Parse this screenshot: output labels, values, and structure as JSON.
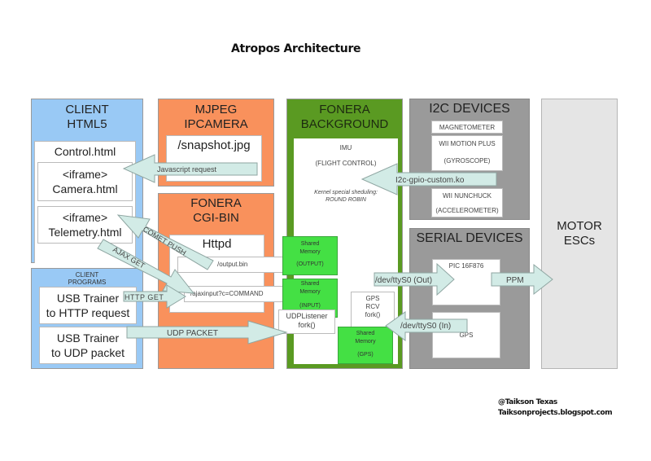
{
  "title": "Atropos Architecture",
  "colors": {
    "client": "#99c9f5",
    "mjpeg": "#f9915c",
    "fonera_bg": "#5a9a22",
    "shared_memory": "#44e044",
    "devices": "#9a9a9a",
    "motor": "#e5e5e5",
    "arrow_fill": "#d2ebe6"
  },
  "client_html5": {
    "heading_line1": "CLIENT",
    "heading_line2": "HTML5",
    "control": "Control.html",
    "camera_line1": "<iframe>",
    "camera_line2": "Camera.html",
    "telemetry_line1": "<iframe>",
    "telemetry_line2": "Telemetry.html"
  },
  "client_programs": {
    "heading_line1": "CLIENT",
    "heading_line2": "PROGRAMS",
    "usb_http_line1": "USB Trainer",
    "usb_http_line2": "to HTTP request",
    "usb_udp_line1": "USB Trainer",
    "usb_udp_line2": "to UDP packet"
  },
  "mjpeg": {
    "heading_line1": "MJPEG",
    "heading_line2": "IPCAMERA",
    "snapshot": "/snapshot.jpg"
  },
  "cgi_bin": {
    "heading_line1": "FONERA",
    "heading_line2": "CGI-BIN",
    "httpd": "Httpd",
    "output_bin": "/output.bin",
    "ajax_input": "/ajaxinput?c=COMMAND"
  },
  "fonera_background": {
    "heading_line1": "FONERA",
    "heading_line2": "BACKGROUND",
    "imu": "IMU",
    "flight_control": "(FLIGHT CONTROL)",
    "kernel_line1": "Kernel special sheduling:",
    "kernel_line2": "ROUND ROBIN",
    "shm_output": {
      "line1": "Shared",
      "line2": "Memory",
      "line3": "(OUTPUT)"
    },
    "shm_input": {
      "line1": "Shared",
      "line2": "Memory",
      "line3": "(INPUT)"
    },
    "udp_listener_line1": "UDPListener",
    "udp_listener_line2": "fork()",
    "gps_rcv_line1": "GPS",
    "gps_rcv_line2": "RCV",
    "gps_rcv_line3": "fork()",
    "shm_gps": {
      "line1": "Shared",
      "line2": "Memory",
      "line3": "(GPS)"
    }
  },
  "i2c_devices": {
    "heading": "I2C DEVICES",
    "magnetometer": "MAGNETOMETER",
    "motion_plus_line1": "WII MOTION PLUS",
    "motion_plus_line2": "(GYROSCOPE)",
    "nunchuck_line1": "WII NUNCHUCK",
    "nunchuck_line2": "(ACCELEROMETER)"
  },
  "serial_devices": {
    "heading": "SERIAL DEVICES",
    "pic": "PIC 16F876",
    "gps": "GPS"
  },
  "motor": {
    "line1": "MOTOR",
    "line2": "ESCs"
  },
  "arrows": {
    "javascript_request": "Javascript request",
    "i2c_gpio": "I2c-gpio-custom.ko",
    "comet_push": "COMET PUSH",
    "ajax_get": "AJAX GET",
    "http_get": "HTTP GET",
    "udp_packet": "UDP PACKET",
    "tty_out": "/dev/ttyS0 (Out)",
    "tty_in": "/dev/ttyS0 (In)",
    "ppm": "PPM"
  },
  "footer": {
    "line1": "@Taikson Texas",
    "line2": "Taiksonprojects.blogspot.com"
  }
}
